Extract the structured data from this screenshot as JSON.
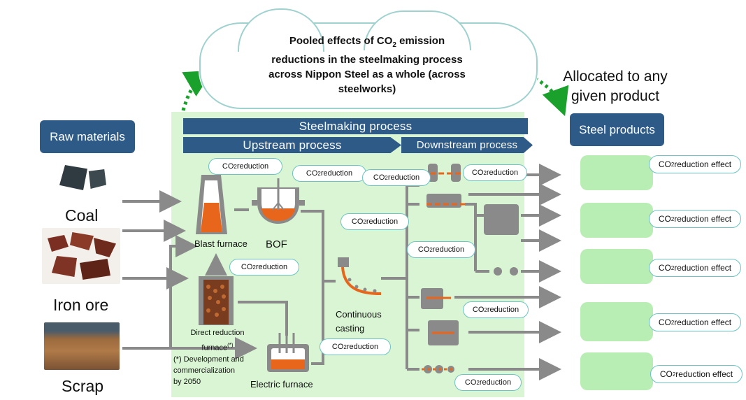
{
  "cloud": {
    "line1": "Pooled effects of CO",
    "line1_sub": "2",
    "line1_end": " emission",
    "line2": "reductions in the steelmaking process",
    "line3": "across Nippon Steel as a whole (across",
    "line4": "steelworks)"
  },
  "allocated_label_1": "Allocated to any",
  "allocated_label_2": "given product",
  "raw_materials_label": "Raw materials",
  "steel_products_label": "Steel products",
  "steelmaking_process_label": "Steelmaking process",
  "upstream_label": "Upstream process",
  "downstream_label": "Downstream process",
  "materials": {
    "coal": "Coal",
    "iron_ore": "Iron ore",
    "scrap": "Scrap"
  },
  "processes": {
    "blast_furnace": "Blast furnace",
    "bof": "BOF",
    "continuous_casting_1": "Continuous",
    "continuous_casting_2": "casting",
    "direct_reduction_1": "Direct reduction",
    "direct_reduction_2": "furnace",
    "direct_reduction_mark": "(*)",
    "electric_furnace": "Electric furnace"
  },
  "footnote": {
    "line1": "(*) Development and",
    "line2": "commercialization",
    "line3": "by 2050"
  },
  "co2_reduction": {
    "prefix": "CO",
    "sub": "2",
    "suffix": " reduction"
  },
  "co2_reduction_effect": {
    "prefix": "CO",
    "sub": "2",
    "suffix": " reduction effect"
  },
  "colors": {
    "banner": "#2e5a87",
    "process_area": "#d9f5d3",
    "product_box": "#b8eeb3",
    "arrow": "#8a8a8a",
    "dotted_arrow": "#1aa12b",
    "molten": "#e8661c"
  }
}
